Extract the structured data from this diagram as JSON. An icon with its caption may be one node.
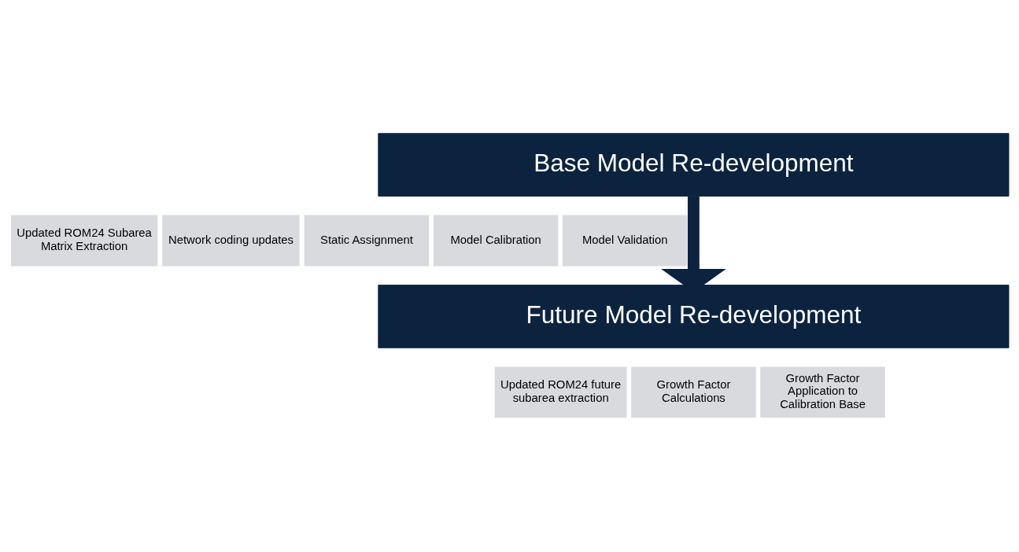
{
  "diagram": {
    "nodes": [
      {
        "text": [
          "Base Model Re-development"
        ]
      },
      {
        "text": [
          "Updated ROM24 Subarea Matrix Extraction"
        ]
      },
      {
        "text": [
          "Network coding updates"
        ]
      },
      {
        "text": [
          "Static Assignment"
        ]
      },
      {
        "text": [
          "Model Calibration"
        ]
      },
      {
        "text": [
          "Model Validation"
        ]
      },
      {
        "text": [
          "Future Model Re-development"
        ]
      },
      {
        "text": [
          "Updated ROM24 future subarea extraction"
        ]
      },
      {
        "text": [
          "Growth Factor Calculations"
        ]
      },
      {
        "text": [
          "Growth Factor Application to Calibration Base"
        ]
      }
    ],
    "edges": [
      {
        "from": 0,
        "to": 6,
        "arrow": "to"
      }
    ]
  }
}
